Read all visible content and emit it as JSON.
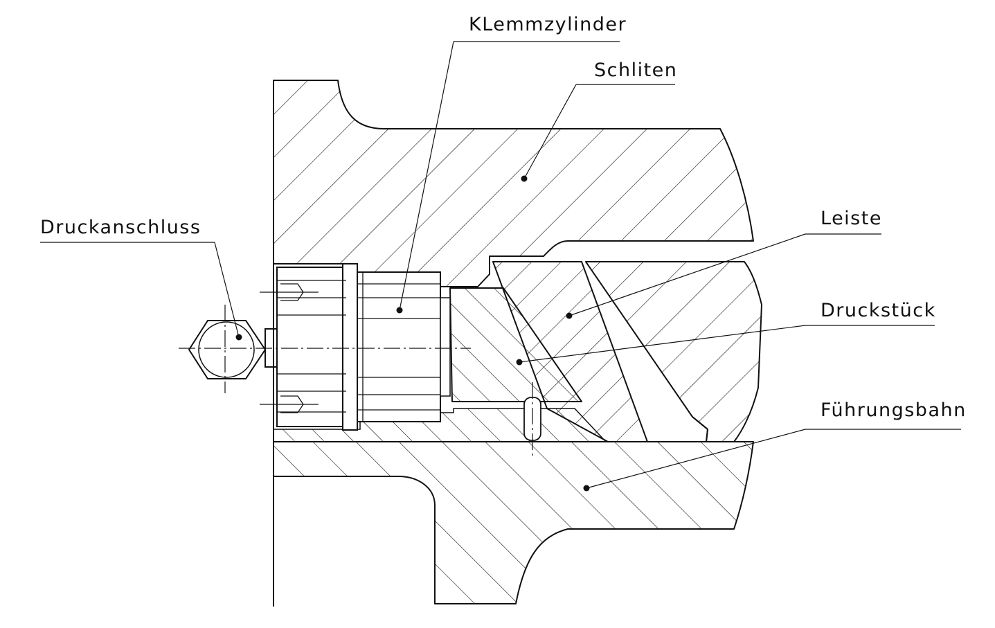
{
  "labels": {
    "klemmzylinder": "KLemmzylinder",
    "schliten": "Schliten",
    "leiste": "Leiste",
    "druckanschluss": "Druckanschluss",
    "druckstueck": "Druckstück",
    "fuehrungsbahn": "Führungsbahn"
  }
}
